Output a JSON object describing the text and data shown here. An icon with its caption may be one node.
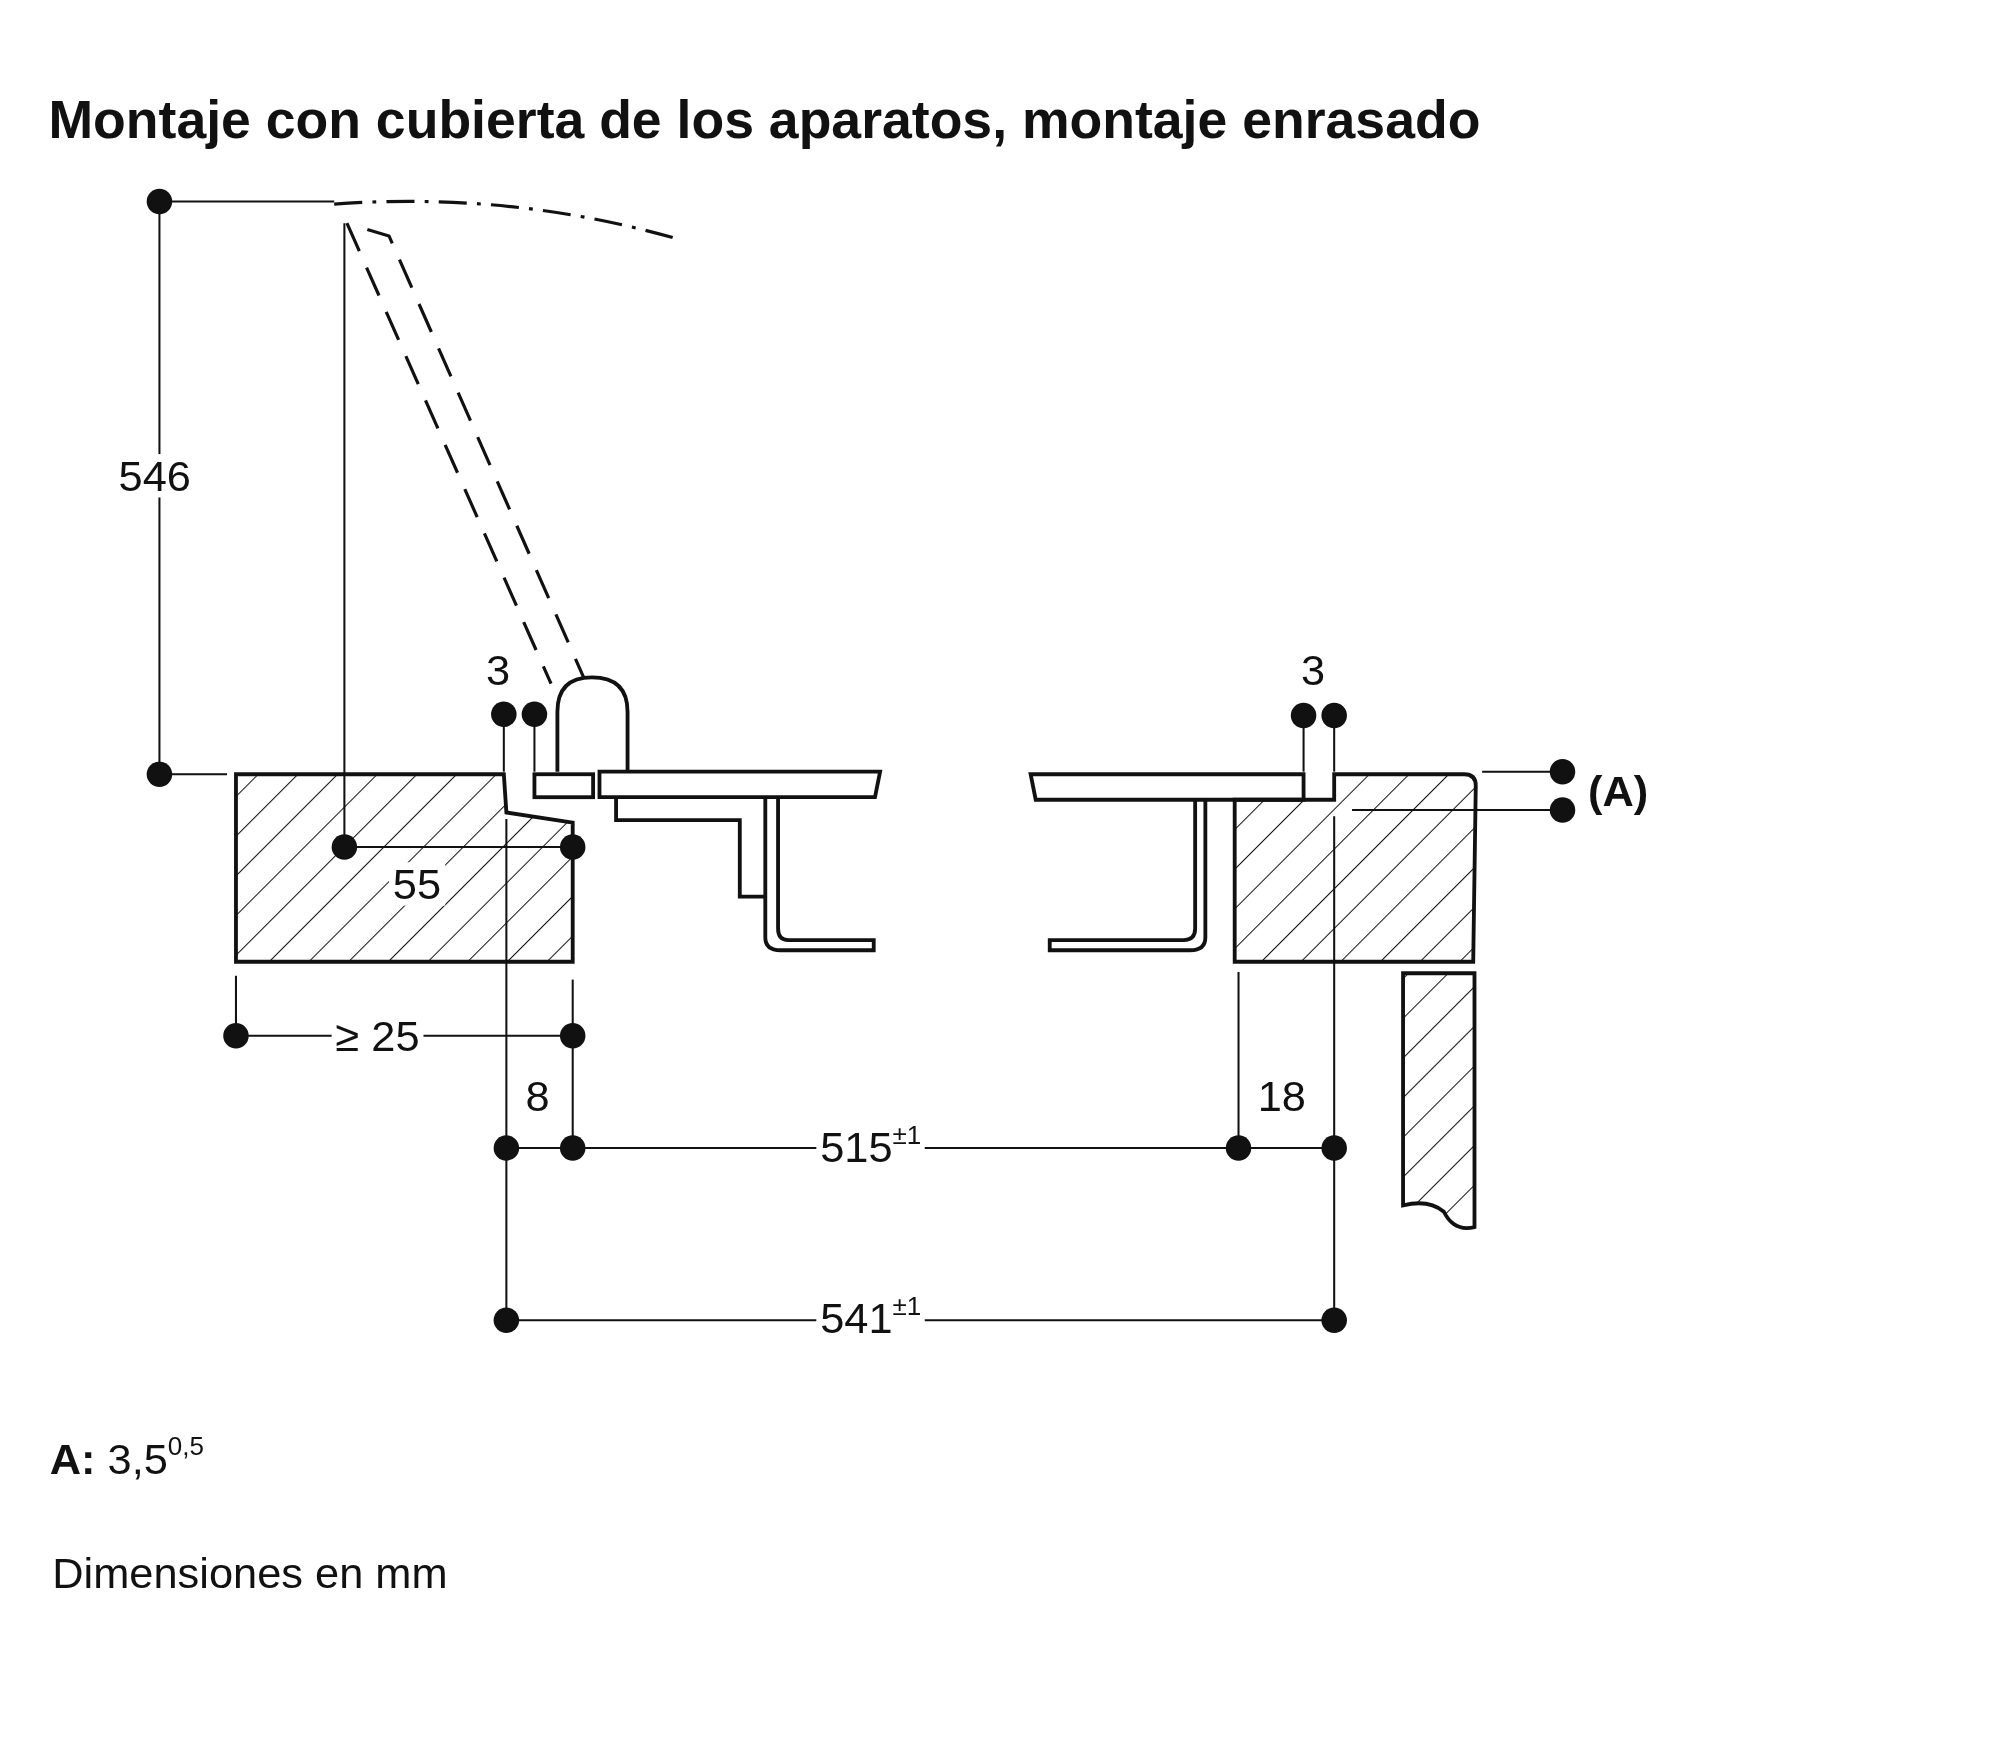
{
  "diagram": {
    "title": "Montaje con cubierta de los aparatos, montaje enrasado",
    "labels": [
      "546",
      "3",
      "3",
      "(A)",
      "55",
      "≥ 25",
      "8",
      "18",
      "515$^{±1}$",
      "541$^{±1}$",
      "**A:** 3,5$^{0,5}$",
      "Dimensiones en mm"
    ]
  }
}
